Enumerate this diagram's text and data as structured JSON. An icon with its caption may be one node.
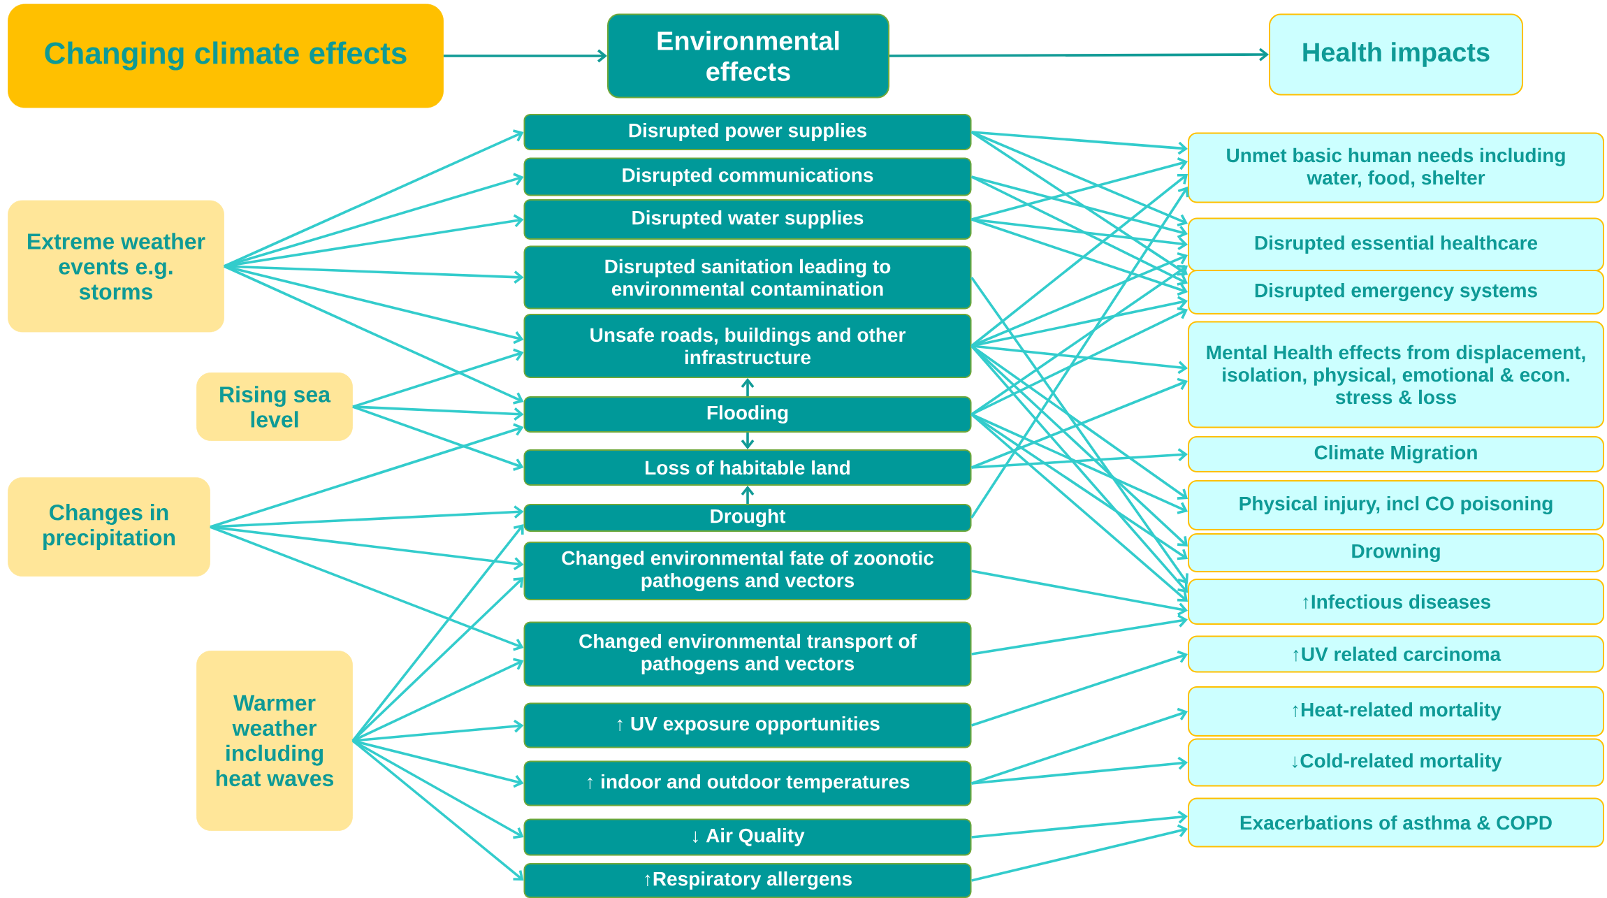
{
  "diagram": {
    "nodes": [
      {
        "text": [
          "Changing climate effects"
        ]
      },
      {
        "text": [
          "Environmental effects"
        ]
      },
      {
        "text": [
          "Health impacts"
        ]
      },
      {
        "text": [
          "Extreme weather events e.g. storms"
        ]
      },
      {
        "text": [
          "Rising sea level"
        ]
      },
      {
        "text": [
          "Changes in precipitation"
        ]
      },
      {
        "text": [
          "Warmer weather including heat waves"
        ]
      },
      {
        "text": [
          "Disrupted power supplies"
        ]
      },
      {
        "text": [
          "Disrupted communications"
        ]
      },
      {
        "text": [
          "Disrupted water supplies"
        ]
      },
      {
        "text": [
          "Disrupted sanitation leading to environmental contamination"
        ]
      },
      {
        "text": [
          "Unsafe roads, buildings and other infrastructure"
        ]
      },
      {
        "text": [
          "Flooding"
        ]
      },
      {
        "text": [
          "Loss of habitable land"
        ]
      },
      {
        "text": [
          "Drought"
        ]
      },
      {
        "text": [
          "Changed environmental fate of zoonotic pathogens and vectors"
        ]
      },
      {
        "text": [
          "Changed environmental transport of pathogens and vectors"
        ]
      },
      {
        "text": [
          "↑ UV exposure opportunities"
        ]
      },
      {
        "text": [
          "↑ indoor and outdoor temperatures"
        ]
      },
      {
        "text": [
          "↓ Air Quality"
        ]
      },
      {
        "text": [
          "↑Respiratory allergens"
        ]
      },
      {
        "text": [
          "Unmet basic human needs including water, food, shelter"
        ]
      },
      {
        "text": [
          "Disrupted essential healthcare"
        ]
      },
      {
        "text": [
          "Disrupted emergency systems"
        ]
      },
      {
        "text": [
          "Mental Health effects from displacement, isolation, physical, emotional & econ. stress & loss"
        ]
      },
      {
        "text": [
          "Climate Migration"
        ]
      },
      {
        "text": [
          "Physical injury, incl CO poisoning"
        ]
      },
      {
        "text": [
          "Drowning"
        ]
      },
      {
        "text": [
          "↑Infectious diseases"
        ]
      },
      {
        "text": [
          "↑UV related carcinoma"
        ]
      },
      {
        "text": [
          "↑Heat-related mortality"
        ]
      },
      {
        "text": [
          "↓Cold-related mortality"
        ]
      },
      {
        "text": [
          "Exacerbations of asthma & COPD"
        ]
      }
    ],
    "edges": [
      {
        "from": 0,
        "to": 1,
        "arrow": "to",
        "color": "#119b96"
      },
      {
        "from": 1,
        "to": 2,
        "arrow": "to",
        "color": "#119b96"
      },
      {
        "from": 3,
        "to": 7,
        "arrow": "to"
      },
      {
        "from": 3,
        "to": 8,
        "arrow": "to"
      },
      {
        "from": 3,
        "to": 9,
        "arrow": "to"
      },
      {
        "from": 3,
        "to": 10,
        "arrow": "to"
      },
      {
        "from": 3,
        "to": 11,
        "arrow": "to"
      },
      {
        "from": 3,
        "to": 12,
        "arrow": "to"
      },
      {
        "from": 4,
        "to": 11,
        "arrow": "to"
      },
      {
        "from": 4,
        "to": 12,
        "arrow": "to"
      },
      {
        "from": 4,
        "to": 13,
        "arrow": "to"
      },
      {
        "from": 5,
        "to": 12,
        "arrow": "to"
      },
      {
        "from": 5,
        "to": 14,
        "arrow": "to"
      },
      {
        "from": 5,
        "to": 15,
        "arrow": "to"
      },
      {
        "from": 5,
        "to": 16,
        "arrow": "to"
      },
      {
        "from": 6,
        "to": 14,
        "arrow": "to"
      },
      {
        "from": 6,
        "to": 15,
        "arrow": "to"
      },
      {
        "from": 6,
        "to": 16,
        "arrow": "to"
      },
      {
        "from": 6,
        "to": 17,
        "arrow": "to"
      },
      {
        "from": 6,
        "to": 18,
        "arrow": "to"
      },
      {
        "from": 6,
        "to": 19,
        "arrow": "to"
      },
      {
        "from": 6,
        "to": 20,
        "arrow": "to"
      },
      {
        "from": 12,
        "to": 11,
        "arrow": "to",
        "color": "#119b96"
      },
      {
        "from": 12,
        "to": 13,
        "arrow": "to",
        "color": "#119b96"
      },
      {
        "from": 14,
        "to": 13,
        "arrow": "to",
        "color": "#119b96"
      },
      {
        "from": 7,
        "to": 21,
        "arrow": "to"
      },
      {
        "from": 7,
        "to": 22,
        "arrow": "to"
      },
      {
        "from": 7,
        "to": 23,
        "arrow": "to"
      },
      {
        "from": 8,
        "to": 22,
        "arrow": "to"
      },
      {
        "from": 8,
        "to": 23,
        "arrow": "to"
      },
      {
        "from": 9,
        "to": 21,
        "arrow": "to"
      },
      {
        "from": 9,
        "to": 22,
        "arrow": "to"
      },
      {
        "from": 9,
        "to": 23,
        "arrow": "to"
      },
      {
        "from": 10,
        "to": 28,
        "arrow": "to"
      },
      {
        "from": 11,
        "to": 21,
        "arrow": "to"
      },
      {
        "from": 11,
        "to": 22,
        "arrow": "to"
      },
      {
        "from": 11,
        "to": 23,
        "arrow": "to"
      },
      {
        "from": 11,
        "to": 24,
        "arrow": "to"
      },
      {
        "from": 11,
        "to": 26,
        "arrow": "to"
      },
      {
        "from": 11,
        "to": 27,
        "arrow": "to"
      },
      {
        "from": 11,
        "to": 28,
        "arrow": "to"
      },
      {
        "from": 12,
        "to": 22,
        "arrow": "to"
      },
      {
        "from": 12,
        "to": 23,
        "arrow": "to"
      },
      {
        "from": 12,
        "to": 26,
        "arrow": "to"
      },
      {
        "from": 12,
        "to": 27,
        "arrow": "to"
      },
      {
        "from": 12,
        "to": 28,
        "arrow": "to"
      },
      {
        "from": 13,
        "to": 24,
        "arrow": "to"
      },
      {
        "from": 13,
        "to": 25,
        "arrow": "to"
      },
      {
        "from": 14,
        "to": 21,
        "arrow": "to"
      },
      {
        "from": 15,
        "to": 28,
        "arrow": "to"
      },
      {
        "from": 16,
        "to": 28,
        "arrow": "to"
      },
      {
        "from": 17,
        "to": 29,
        "arrow": "to"
      },
      {
        "from": 18,
        "to": 30,
        "arrow": "to"
      },
      {
        "from": 18,
        "to": 31,
        "arrow": "to"
      },
      {
        "from": 19,
        "to": 32,
        "arrow": "to"
      },
      {
        "from": 20,
        "to": 32,
        "arrow": "to"
      }
    ]
  }
}
